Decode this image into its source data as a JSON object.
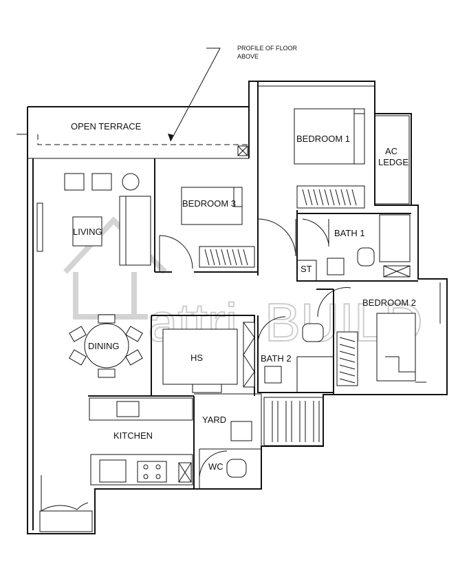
{
  "annotation": {
    "line1": "PROFILE OF FLOOR",
    "line2": "ABOVE"
  },
  "rooms": {
    "open_terrace": "OPEN TERRACE",
    "bedroom1": "BEDROOM 1",
    "ac_ledge_1": "AC",
    "ac_ledge_2": "LEDGE",
    "bedroom3": "BEDROOM 3",
    "bath1": "BATH 1",
    "st": "ST",
    "living": "LIVING",
    "dining": "DINING",
    "bedroom2": "BEDROOM 2",
    "hs": "HS",
    "bath2": "BATH 2",
    "yard": "YARD",
    "kitchen": "KITCHEN",
    "wc": "WC"
  },
  "watermark": {
    "a": "attri",
    "b": "BUILD"
  }
}
